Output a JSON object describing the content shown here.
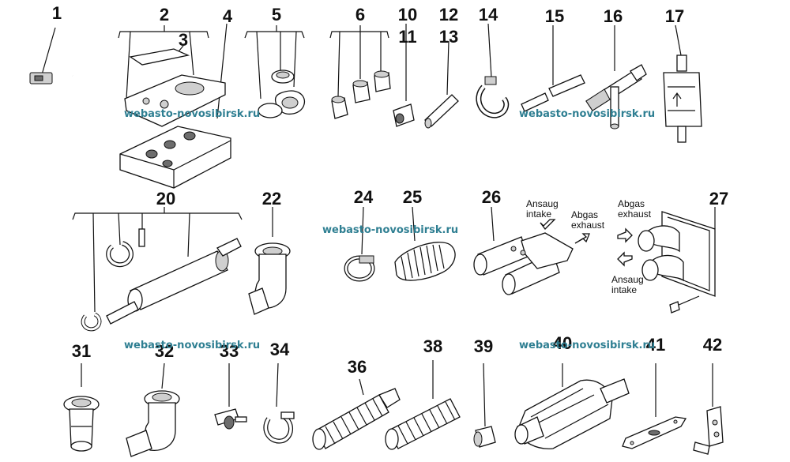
{
  "parts": [
    {
      "key": "p1",
      "number": "1"
    },
    {
      "key": "p2",
      "number": "2"
    },
    {
      "key": "p3",
      "number": "3"
    },
    {
      "key": "p4",
      "number": "4"
    },
    {
      "key": "p5",
      "number": "5"
    },
    {
      "key": "p6",
      "number": "6"
    },
    {
      "key": "p10",
      "number": "10"
    },
    {
      "key": "p11",
      "number": "11"
    },
    {
      "key": "p12",
      "number": "12"
    },
    {
      "key": "p13",
      "number": "13"
    },
    {
      "key": "p14",
      "number": "14"
    },
    {
      "key": "p15",
      "number": "15"
    },
    {
      "key": "p16",
      "number": "16"
    },
    {
      "key": "p17",
      "number": "17"
    },
    {
      "key": "p20",
      "number": "20"
    },
    {
      "key": "p22",
      "number": "22"
    },
    {
      "key": "p24",
      "number": "24"
    },
    {
      "key": "p25",
      "number": "25"
    },
    {
      "key": "p26",
      "number": "26"
    },
    {
      "key": "p27",
      "number": "27"
    },
    {
      "key": "p31",
      "number": "31"
    },
    {
      "key": "p32",
      "number": "32"
    },
    {
      "key": "p33",
      "number": "33"
    },
    {
      "key": "p34",
      "number": "34"
    },
    {
      "key": "p36",
      "number": "36"
    },
    {
      "key": "p38",
      "number": "38"
    },
    {
      "key": "p39",
      "number": "39"
    },
    {
      "key": "p40",
      "number": "40"
    },
    {
      "key": "p41",
      "number": "41"
    },
    {
      "key": "p42",
      "number": "42"
    }
  ],
  "flow_labels": {
    "ansaug_1": "Ansaug",
    "intake_1": "intake",
    "abgas_1": "Abgas",
    "exhaust_1": "exhaust",
    "abgas_2": "Abgas",
    "exhaust_2": "exhaust",
    "ansaug_2": "Ansaug",
    "intake_2": "intake"
  },
  "watermark": "webasto-novosibirsk.ru",
  "colors": {
    "watermark": "#2f7f92",
    "lines": "#111111",
    "shading": "#cfcfcf"
  }
}
